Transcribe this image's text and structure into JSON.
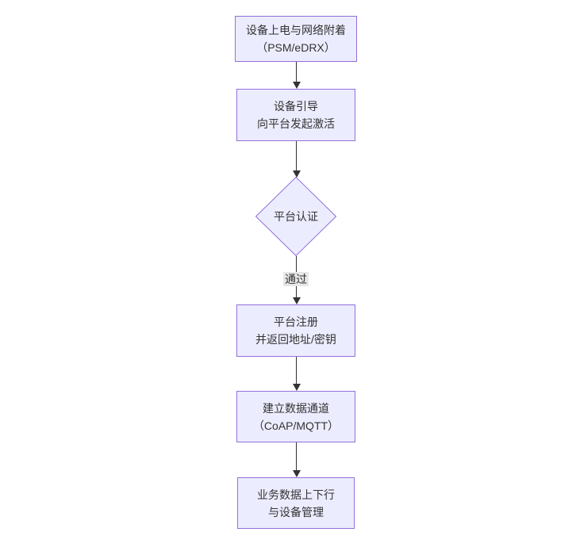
{
  "diagram": {
    "type": "flowchart",
    "direction": "top-down",
    "colors": {
      "background": "#ffffff",
      "node_fill": "#ECECFF",
      "node_border": "#9370DB",
      "text": "#333333",
      "arrow": "#333333",
      "edge_label_bg": "#e8e8e8"
    },
    "nodes": [
      {
        "id": "power-attach",
        "shape": "rect",
        "line1": "设备上电与网络附着",
        "line2": "（PSM/eDRX）"
      },
      {
        "id": "bootstrap",
        "shape": "rect",
        "line1": "设备引导",
        "line2": "向平台发起激活"
      },
      {
        "id": "auth",
        "shape": "diamond",
        "line1": "平台认证",
        "line2": ""
      },
      {
        "id": "register",
        "shape": "rect",
        "line1": "平台注册",
        "line2": "并返回地址/密钥"
      },
      {
        "id": "channel",
        "shape": "rect",
        "line1": "建立数据通道",
        "line2": "（CoAP/MQTT）"
      },
      {
        "id": "business",
        "shape": "rect",
        "line1": "业务数据上下行",
        "line2": "与设备管理"
      }
    ],
    "edges": [
      {
        "from": "power-attach",
        "to": "bootstrap",
        "label": ""
      },
      {
        "from": "bootstrap",
        "to": "auth",
        "label": ""
      },
      {
        "from": "auth",
        "to": "register",
        "label": "通过"
      },
      {
        "from": "register",
        "to": "channel",
        "label": ""
      },
      {
        "from": "channel",
        "to": "business",
        "label": ""
      }
    ]
  }
}
